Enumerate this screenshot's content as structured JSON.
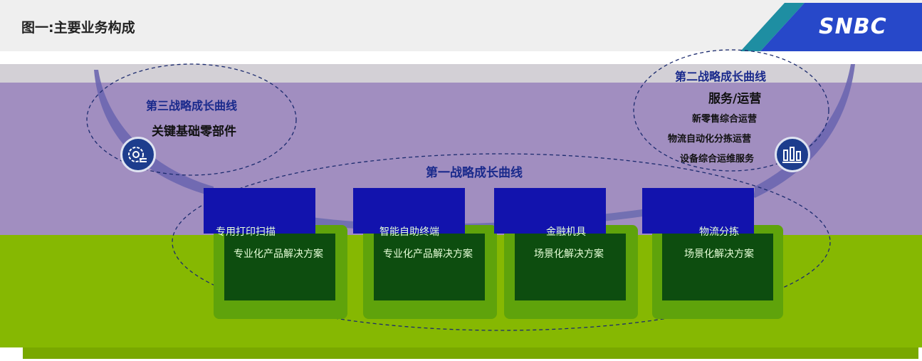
{
  "header": {
    "title": "图一:主要业务构成",
    "logo": "SNBC"
  },
  "colors": {
    "header_bg": "#efefef",
    "logo_blue": "#2748c9",
    "logo_teal": "#1e8ea2",
    "purple": "#a18ec0",
    "green": "#86b802",
    "card_blue": "#1213ad",
    "card_green": "#0d4d0f",
    "title_blue": "#1a2a8c"
  },
  "curves": {
    "third": {
      "title": "第三战略成长曲线",
      "subtitle": "关键基础零部件",
      "icon": "gear-list-icon"
    },
    "second": {
      "title": "第二战略成长曲线",
      "subtitle": "服务/运营",
      "items": [
        "新零售综合运营",
        "物流自动化分拣运营",
        "设备综合运维服务"
      ],
      "icon": "bar-chart-icon"
    },
    "first": {
      "title": "第一战略成长曲线"
    }
  },
  "cards": [
    {
      "line1": "专用打印扫描",
      "line2": "专业化产品解决方案"
    },
    {
      "line1": "智能自助终端",
      "line2": "专业化产品解决方案"
    },
    {
      "line1": "金融机具",
      "line2": "场景化解决方案"
    },
    {
      "line1": "物流分拣",
      "line2": "场景化解决方案"
    }
  ]
}
